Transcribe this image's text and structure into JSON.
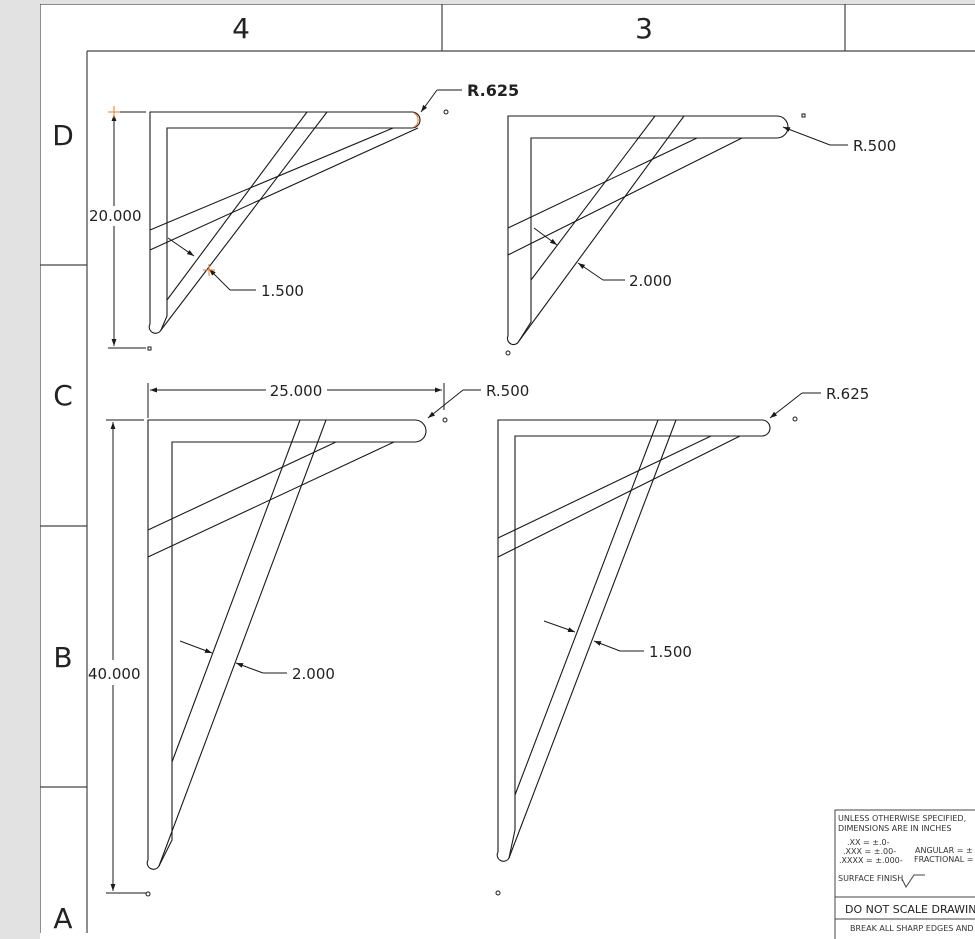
{
  "sheet": {
    "column_zones": [
      "4",
      "3"
    ],
    "row_zones": [
      "D",
      "C",
      "B",
      "A"
    ]
  },
  "views": {
    "v1": {
      "height": "20.000",
      "width": "1.500",
      "radius": "R.625"
    },
    "v2": {
      "width": "2.000",
      "radius": "R.500"
    },
    "v3": {
      "height": "40.000",
      "length": "25.000",
      "width": "2.000",
      "radius": "R.500"
    },
    "v4": {
      "width": "1.500",
      "radius": "R.625"
    }
  },
  "title_block": {
    "line1": "UNLESS OTHERWISE SPECIFIED,",
    "line2": "DIMENSIONS ARE IN INCHES",
    "tol_xx": ".XX = ±.0-",
    "tol_xxx": ".XXX = ±.00-",
    "tol_xxxx": ".XXXX = ±.000-",
    "angular": "ANGULAR = ± °",
    "fractional": "FRACTIONAL = ±",
    "surface_finish": "SURFACE FINISH",
    "do_not_scale": "DO NOT SCALE DRAWING",
    "break_edges": "BREAK ALL SHARP EDGES AND"
  },
  "colors": {
    "line": "#1a1a1a",
    "highlight": "#e8843c",
    "background": "#e2e2e2"
  }
}
